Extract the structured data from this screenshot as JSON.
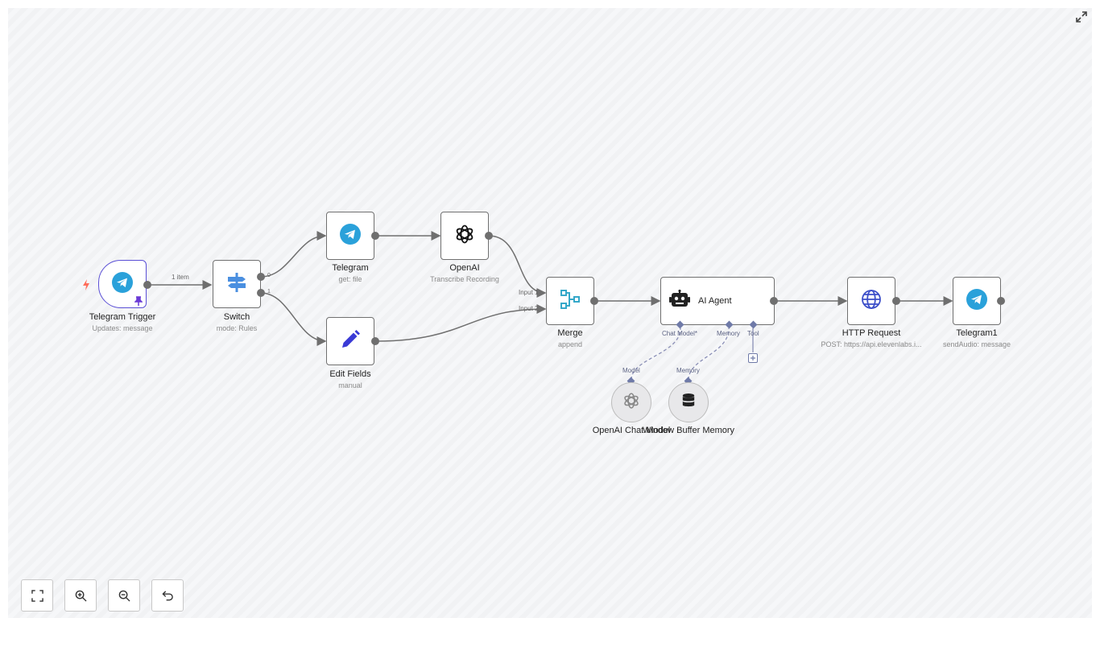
{
  "connection_label": "1 item",
  "nodes": {
    "telegram_trigger": {
      "name": "Telegram Trigger",
      "subtitle": "Updates: message"
    },
    "switch": {
      "name": "Switch",
      "subtitle": "mode: Rules",
      "outputs": [
        "0",
        "1"
      ]
    },
    "telegram": {
      "name": "Telegram",
      "subtitle": "get: file"
    },
    "openai": {
      "name": "OpenAI",
      "subtitle": "Transcribe Recording"
    },
    "edit_fields": {
      "name": "Edit Fields",
      "subtitle": "manual"
    },
    "merge": {
      "name": "Merge",
      "subtitle": "append",
      "inputs": [
        "Input 1",
        "Input 2"
      ]
    },
    "ai_agent": {
      "name": "AI Agent",
      "ports": [
        "Chat Model*",
        "Memory",
        "Tool"
      ]
    },
    "http_request": {
      "name": "HTTP Request",
      "subtitle": "POST: https://api.elevenlabs.i..."
    },
    "telegram1": {
      "name": "Telegram1",
      "subtitle": "sendAudio: message"
    },
    "openai_chat_model": {
      "name": "OpenAI Chat Model",
      "port": "Model"
    },
    "window_buffer_memory": {
      "name": "Window Buffer Memory",
      "port": "Memory"
    }
  },
  "controls": [
    "zoom-to-fit",
    "zoom-in",
    "zoom-out",
    "reset-zoom"
  ],
  "colors": {
    "telegram": "#2aa1da",
    "switch": "#4a8fe0",
    "edit": "#3a3ad6",
    "merge": "#35a8c9",
    "http": "#3d4fc9",
    "trigger": "#5a4fd6",
    "ai_port": "#6f7aa8"
  }
}
